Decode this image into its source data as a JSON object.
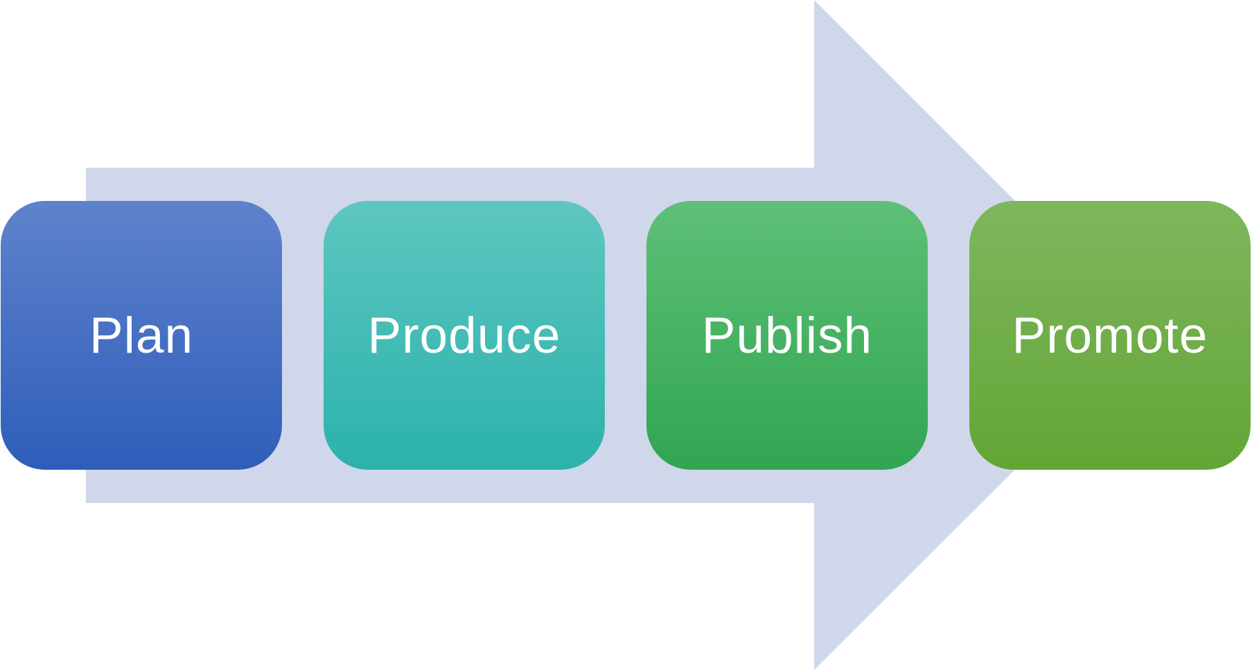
{
  "diagram": {
    "arrow_color": "#D1D7EB",
    "steps": [
      {
        "label": "Plan",
        "color_top": "#5F82CC",
        "color_bottom": "#2E5EBA"
      },
      {
        "label": "Produce",
        "color_top": "#5EC6C0",
        "color_bottom": "#2CB2AC"
      },
      {
        "label": "Publish",
        "color_top": "#5EC077",
        "color_bottom": "#31A551"
      },
      {
        "label": "Promote",
        "color_top": "#7FB65E",
        "color_bottom": "#62A636"
      }
    ]
  }
}
